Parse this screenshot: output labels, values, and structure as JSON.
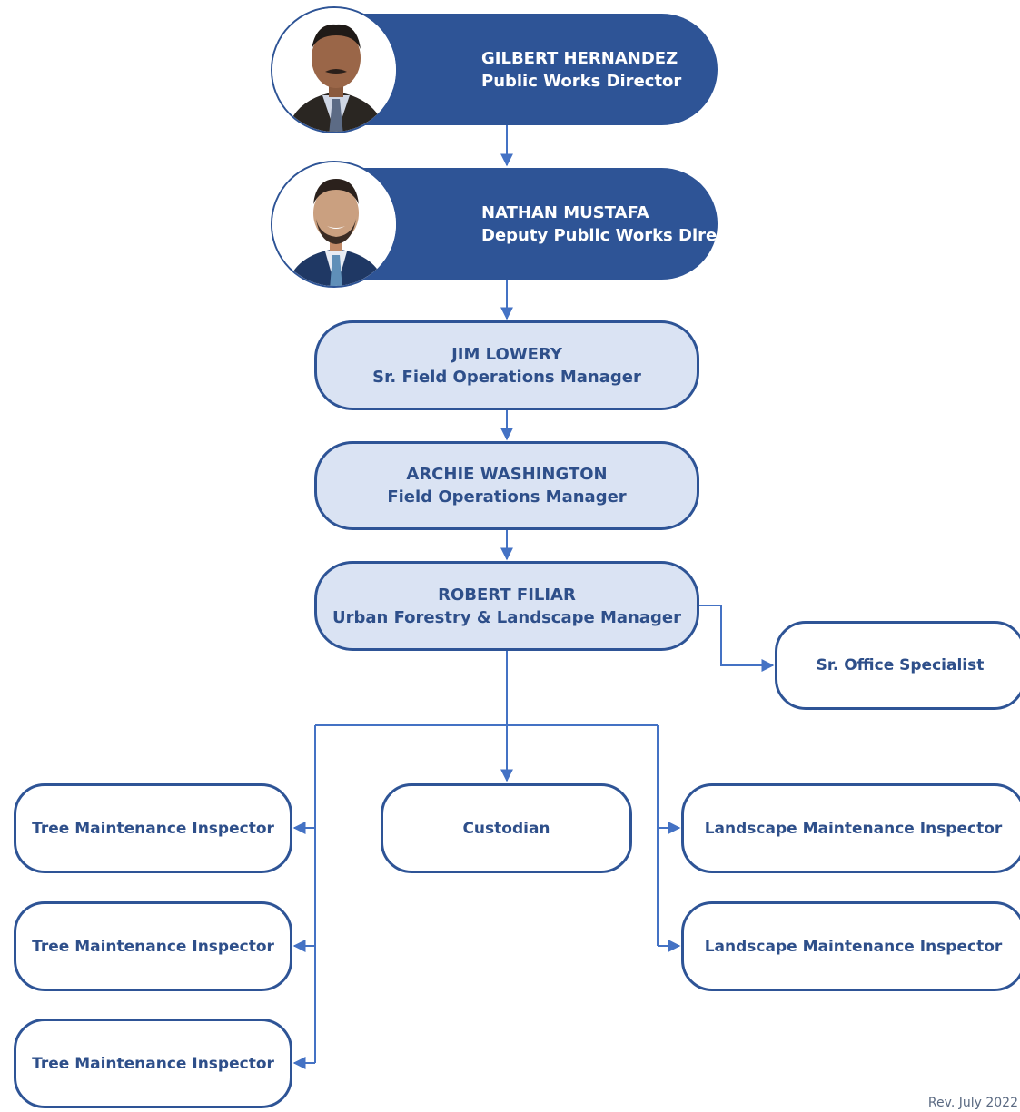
{
  "positions": {
    "director": {
      "name": "GILBERT HERNANDEZ",
      "title": "Public Works Director"
    },
    "deputy": {
      "name": "NATHAN MUSTAFA",
      "title": "Deputy Public Works Director"
    },
    "sr_field_ops": {
      "name": "JIM LOWERY",
      "title": "Sr. Field Operations Manager"
    },
    "field_ops": {
      "name": "ARCHIE WASHINGTON",
      "title": "Field Operations Manager"
    },
    "urban_forestry": {
      "name": "ROBERT FILIAR",
      "title": "Urban Forestry & Landscape Manager"
    },
    "office_specialist": {
      "title": "Sr. Office Specialist"
    },
    "custodian": {
      "title": "Custodian"
    },
    "tree_inspectors": [
      "Tree Maintenance Inspector",
      "Tree Maintenance Inspector",
      "Tree Maintenance Inspector"
    ],
    "landscape_inspectors": [
      "Landscape Maintenance Inspector",
      "Landscape Maintenance Inspector"
    ]
  },
  "revision": "Rev. July 2022",
  "colors": {
    "primary": "#2e5496",
    "light_fill": "#dae3f3",
    "connector": "#4472c4"
  }
}
